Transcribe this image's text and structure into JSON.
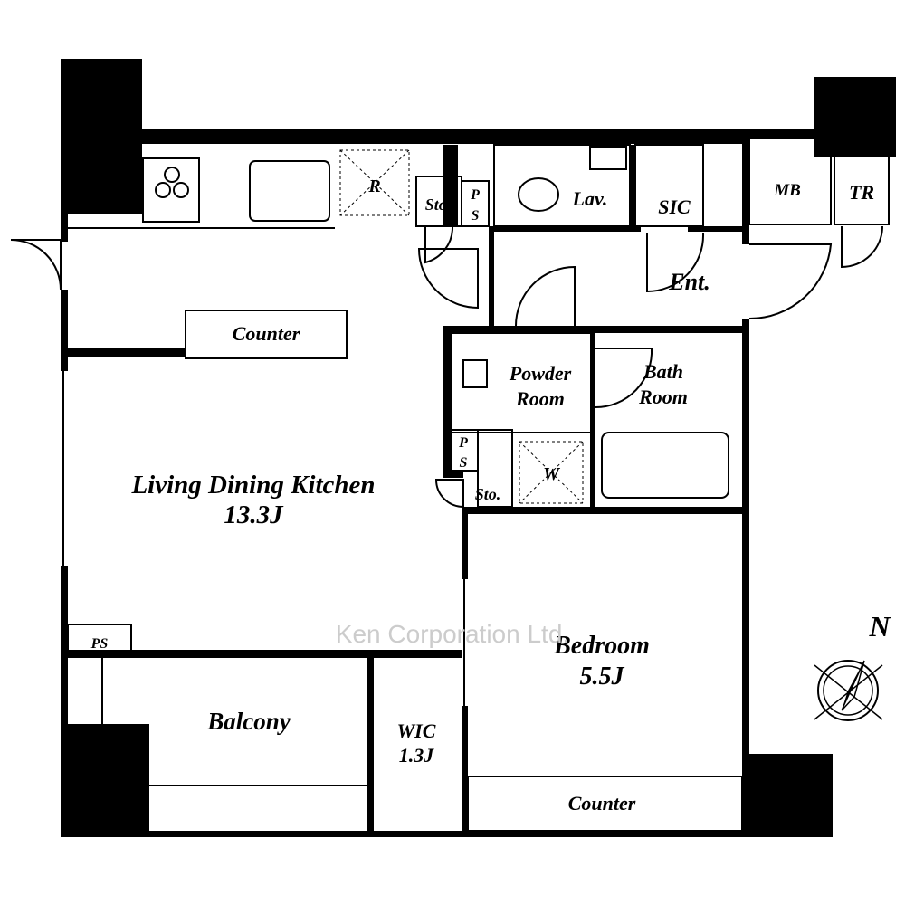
{
  "rooms": {
    "ldk_name": "Living Dining Kitchen",
    "ldk_size": "13.3J",
    "ldk_counter": "Counter",
    "bedroom_name": "Bedroom",
    "bedroom_size": "5.5J",
    "bedroom_counter": "Counter",
    "balcony": "Balcony",
    "wic_name": "WIC",
    "wic_size": "1.3J",
    "powder_1": "Powder",
    "powder_2": "Room",
    "bath_1": "Bath",
    "bath_2": "Room",
    "washer": "W",
    "refrigerator": "R",
    "lavatory": "Lav.",
    "sic": "SIC",
    "mb": "MB",
    "tr": "TR",
    "entrance": "Ent.",
    "storage_top": "Sto.",
    "storage_mid": "Sto.",
    "ps_top_p": "P",
    "ps_top_s": "S",
    "ps_mid_p": "P",
    "ps_mid_s": "S",
    "ps_left": "PS"
  },
  "compass": {
    "north_label": "N"
  },
  "watermark": "Ken Corporation Ltd."
}
